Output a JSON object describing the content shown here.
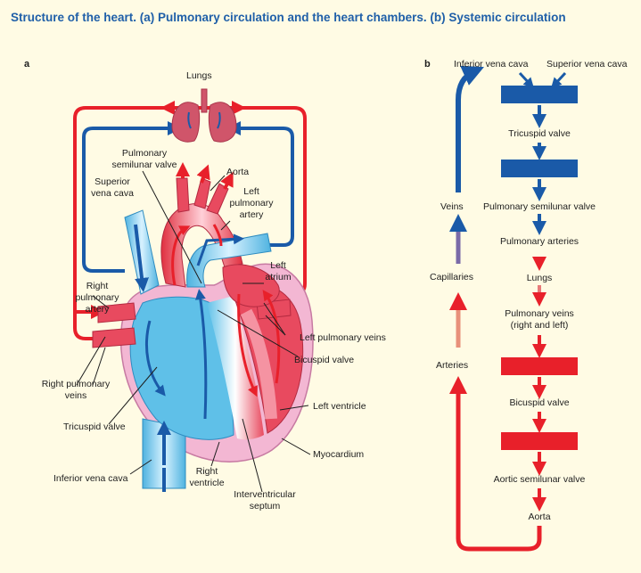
{
  "title": "Structure of the heart. (a) Pulmonary circulation and the heart chambers. (b) Systemic circulation",
  "panel_a": {
    "letter": "a",
    "labels": {
      "lungs": "Lungs",
      "pulm_semilunar_1": "Pulmonary",
      "pulm_semilunar_2": "semilunar valve",
      "aorta": "Aorta",
      "svc_1": "Superior",
      "svc_2": "vena cava",
      "left_pa_1": "Left",
      "left_pa_2": "pulmonary",
      "left_pa_3": "artery",
      "left_atrium_1": "Left",
      "left_atrium_2": "atrium",
      "right_pa_1": "Right",
      "right_pa_2": "pulmonary",
      "right_pa_3": "artery",
      "left_pv": "Left pulmonary veins",
      "bicuspid": "Bicuspid valve",
      "right_pv_1": "Right pulmonary",
      "right_pv_2": "veins",
      "tricuspid": "Tricuspid valve",
      "left_ventricle": "Left ventricle",
      "myocardium": "Myocardium",
      "ivc": "Inferior vena cava",
      "right_v_1": "Right",
      "right_v_2": "ventricle",
      "iv_septum_1": "Interventricular",
      "iv_septum_2": "septum"
    }
  },
  "panel_b": {
    "letter": "b",
    "labels": {
      "ivc": "Inferior vena cava",
      "svc": "Superior vena cava",
      "tricuspid": "Tricuspid valve",
      "veins": "Veins",
      "pulm_semilunar": "Pulmonary semilunar valve",
      "pulm_arteries": "Pulmonary arteries",
      "capillaries": "Capillaries",
      "lungs": "Lungs",
      "pulm_veins_1": "Pulmonary veins",
      "pulm_veins_2": "(right and left)",
      "arteries": "Arteries",
      "bicuspid": "Bicuspid valve",
      "aortic_semilunar": "Aortic semilunar valve",
      "aorta": "Aorta"
    }
  },
  "colors": {
    "title": "#1f5fa8",
    "background": "#fffbe4",
    "blue_flow": "#1a5aa8",
    "red_flow": "#e8202a",
    "myocardium": "#f3b7d3",
    "deoxygenated": "#5fc0e8",
    "oxygenated": "#e84a5f",
    "lungs": "#d0556a"
  }
}
